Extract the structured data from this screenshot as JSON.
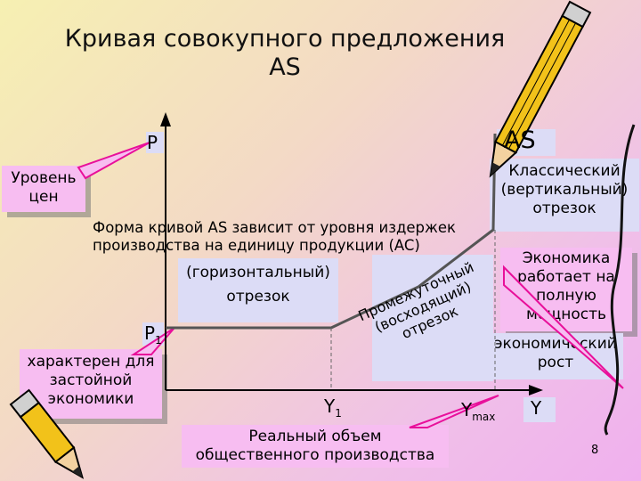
{
  "title_line1": "Кривая совокупного предложения",
  "title_line2": "AS",
  "axis": {
    "y": "P",
    "x": "Y",
    "p1": "P",
    "p1_sub": "1",
    "y1": "Y",
    "y1_sub": "1",
    "ymax": "Y",
    "ymax_sub": "max"
  },
  "curve_label": "AS",
  "price_level": [
    "Уровень",
    "цен"
  ],
  "costs_note": [
    "Форма кривой AS зависит от уровня издержек",
    "производства на единицу продукции (AC)"
  ],
  "horizontal": [
    "(горизонтальный)",
    "отрезок"
  ],
  "stagnant": [
    "характерен для",
    "застойной",
    "экономики"
  ],
  "intermediate": [
    "Промежуточный",
    "(восходящий)",
    "отрезок"
  ],
  "classic": [
    "Классический",
    "(вертикальный)",
    "отрезок"
  ],
  "economy": [
    "Экономика",
    "работает на",
    "полную",
    "мощность"
  ],
  "growth": [
    "экономический",
    "рост"
  ],
  "real_output": [
    "Реальный объем",
    "общественного производства"
  ],
  "page_number": "8",
  "colors": {
    "callout_fill": "#f7bdf1",
    "callout_line": "#e8109a",
    "box_fill": "#dcdcf6",
    "curve": "#555555"
  }
}
